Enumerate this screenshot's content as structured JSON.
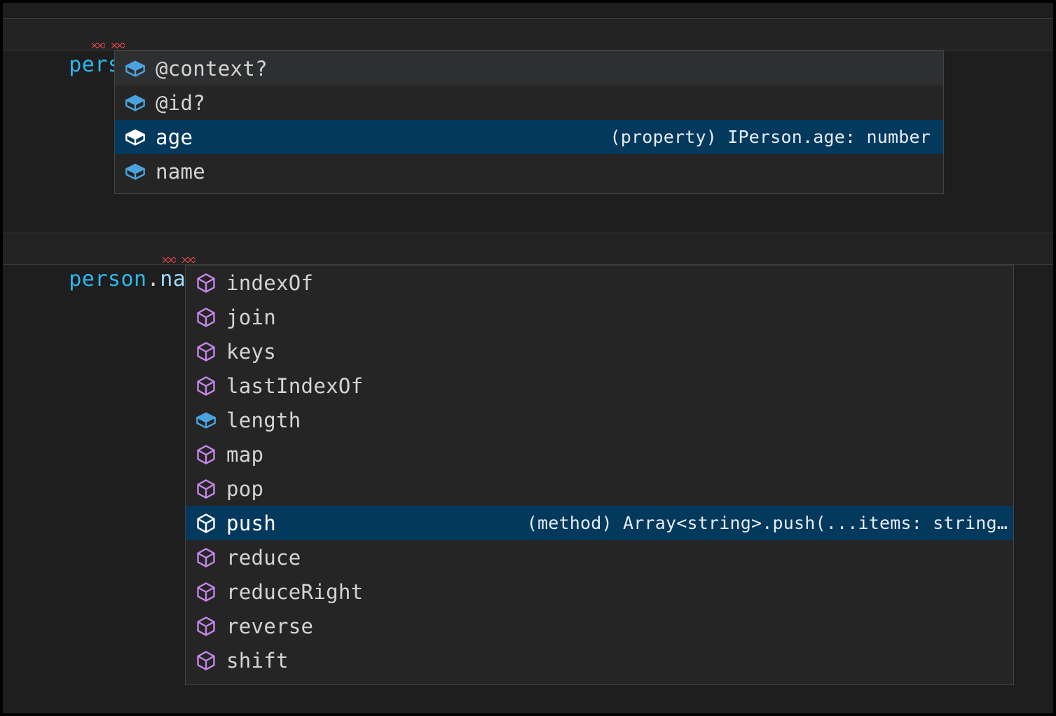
{
  "editor": {
    "theme_bg": "#1e1e1e",
    "accent_selected": "#04395e",
    "variable_color": "#29b8f0",
    "property_color": "#9cdcfe",
    "error_squiggle_color": "#f14c4c",
    "lines": [
      {
        "id": "line-1",
        "tokens": [
          {
            "text": "person",
            "kind": "variable"
          },
          {
            "text": ".",
            "kind": "punct"
          },
          {
            "text": ";",
            "kind": "punct"
          }
        ],
        "plain": "person.;"
      },
      {
        "id": "line-2",
        "tokens": [
          {
            "text": "person",
            "kind": "variable"
          },
          {
            "text": ".",
            "kind": "punct"
          },
          {
            "text": "name",
            "kind": "property"
          },
          {
            "text": ".",
            "kind": "punct"
          },
          {
            "text": ";",
            "kind": "punct"
          }
        ],
        "plain": "person.name.;"
      }
    ]
  },
  "suggest_widget_1": {
    "name": "person-member-suggestions",
    "items": [
      {
        "label": "@context?",
        "icon": "property-cube-icon",
        "icon_color": "#4aa3df",
        "detail": "",
        "state": "hover"
      },
      {
        "label": "@id?",
        "icon": "property-cube-icon",
        "icon_color": "#4aa3df",
        "detail": "",
        "state": "normal"
      },
      {
        "label": "age",
        "icon": "property-cube-icon",
        "icon_color": "#ffffff",
        "detail": "(property) IPerson.age: number",
        "state": "selected"
      },
      {
        "label": "name",
        "icon": "property-cube-icon",
        "icon_color": "#4aa3df",
        "detail": "",
        "state": "normal"
      }
    ]
  },
  "suggest_widget_2": {
    "name": "string-array-member-suggestions",
    "items": [
      {
        "label": "indexOf",
        "icon": "method-cube-icon",
        "icon_color": "#c586e8",
        "detail": "",
        "state": "normal"
      },
      {
        "label": "join",
        "icon": "method-cube-icon",
        "icon_color": "#c586e8",
        "detail": "",
        "state": "normal"
      },
      {
        "label": "keys",
        "icon": "method-cube-icon",
        "icon_color": "#c586e8",
        "detail": "",
        "state": "normal"
      },
      {
        "label": "lastIndexOf",
        "icon": "method-cube-icon",
        "icon_color": "#c586e8",
        "detail": "",
        "state": "normal"
      },
      {
        "label": "length",
        "icon": "property-cube-icon",
        "icon_color": "#4aa3df",
        "detail": "",
        "state": "normal"
      },
      {
        "label": "map",
        "icon": "method-cube-icon",
        "icon_color": "#c586e8",
        "detail": "",
        "state": "normal"
      },
      {
        "label": "pop",
        "icon": "method-cube-icon",
        "icon_color": "#c586e8",
        "detail": "",
        "state": "normal"
      },
      {
        "label": "push",
        "icon": "method-cube-icon",
        "icon_color": "#ffffff",
        "detail": "(method) Array<string>.push(...items: string…",
        "state": "selected"
      },
      {
        "label": "reduce",
        "icon": "method-cube-icon",
        "icon_color": "#c586e8",
        "detail": "",
        "state": "normal"
      },
      {
        "label": "reduceRight",
        "icon": "method-cube-icon",
        "icon_color": "#c586e8",
        "detail": "",
        "state": "normal"
      },
      {
        "label": "reverse",
        "icon": "method-cube-icon",
        "icon_color": "#c586e8",
        "detail": "",
        "state": "normal"
      },
      {
        "label": "shift",
        "icon": "method-cube-icon",
        "icon_color": "#c586e8",
        "detail": "",
        "state": "normal"
      }
    ]
  }
}
